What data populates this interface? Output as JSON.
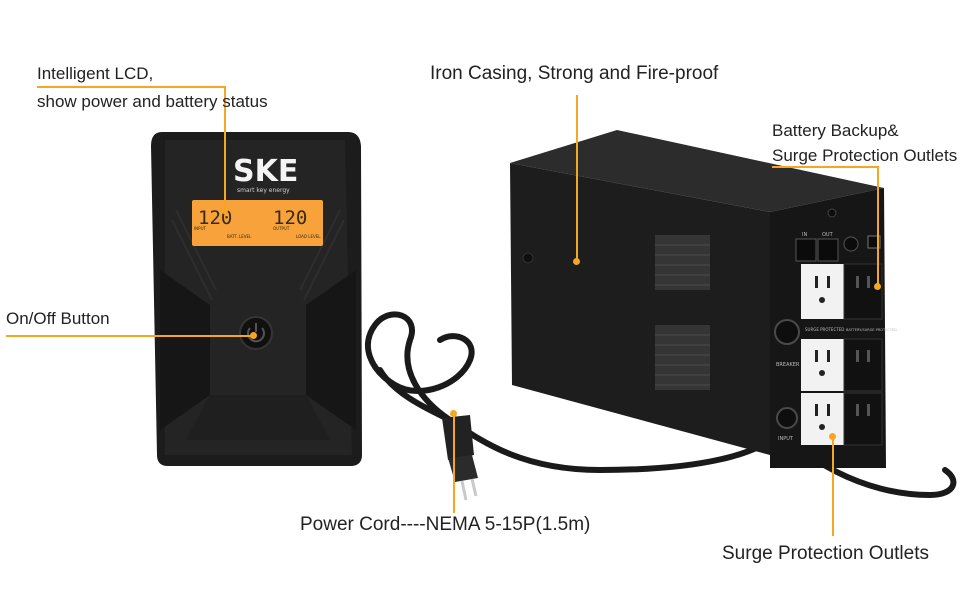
{
  "brand": {
    "logo_text": "SKE",
    "tagline": "smart key energy"
  },
  "lcd": {
    "input_value": "120",
    "output_value": "120",
    "input_label": "INPUT",
    "output_label": "OUTPUT",
    "batt_label": "BATT. LEVEL",
    "load_label": "LOAD LEVEL"
  },
  "callouts": {
    "lcd_line1": "Intelligent LCD,",
    "lcd_line2": "show power and battery status",
    "casing": "Iron Casing, Strong and Fire-proof",
    "backup_line1": "Battery Backup&",
    "backup_line2": "Surge Protection Outlets",
    "onoff": "On/Off Button",
    "cord": "Power Cord----NEMA 5-15P(1.5m)",
    "surge": "Surge Protection Outlets"
  },
  "rear_panel": {
    "in_label": "IN",
    "out_label": "OUT",
    "breaker_label": "BREAKER",
    "input_label": "INPUT",
    "surge_tag": "SURGE PROTECTED",
    "battery_tag": "BATTERY/SURGE PROTECTED"
  },
  "colors": {
    "accent": "#f5a623",
    "lcd": "#f7a23a",
    "body": "#1b1b1b",
    "outlet_white": "#f2f2f2"
  }
}
